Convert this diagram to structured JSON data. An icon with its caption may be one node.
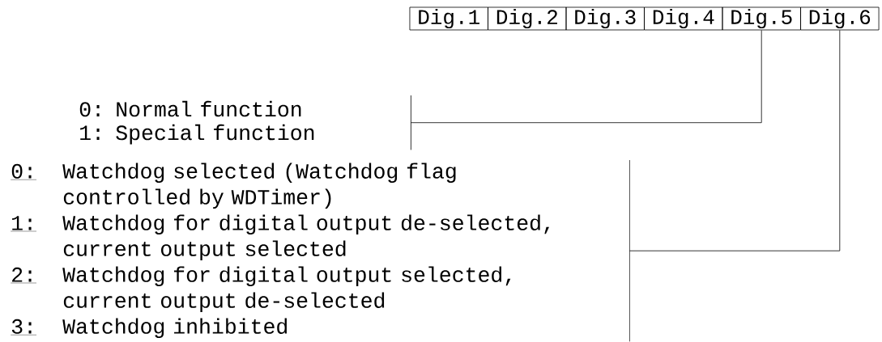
{
  "diagram": {
    "nodes": [
      {
        "text": [
          "Dig.1"
        ]
      },
      {
        "text": [
          "Dig.2"
        ]
      },
      {
        "text": [
          "Dig.3"
        ]
      },
      {
        "text": [
          "Dig.4"
        ]
      },
      {
        "text": [
          "Dig.5"
        ]
      },
      {
        "text": [
          "Dig.6"
        ]
      },
      {
        "text": [
          "0: Normal function",
          "1: Special function"
        ]
      },
      {
        "text": [
          "0:",
          "Watchdog selected (Watchdog flag controlled by WDTimer)",
          "1:",
          "Watchdog for digital output de-selected, current output selected",
          "2:",
          "Watchdog for digital output selected, current output de-selected",
          "3:",
          "Watchdog inhibited"
        ]
      }
    ],
    "edges": [
      {
        "from": 4,
        "to": 6,
        "arrow": "none"
      },
      {
        "from": 5,
        "to": 7,
        "arrow": "none"
      }
    ]
  }
}
